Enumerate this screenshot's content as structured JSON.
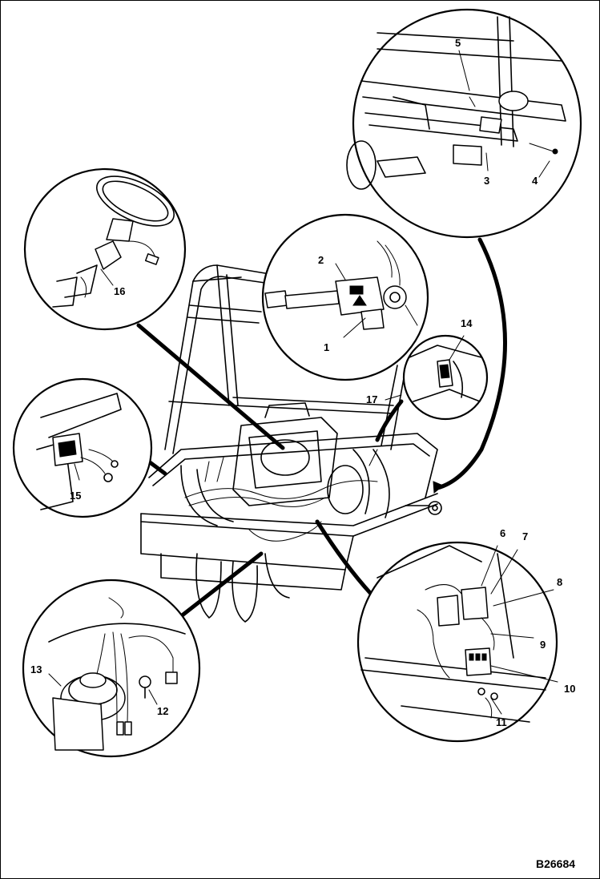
{
  "figure": {
    "id_label": "B26684"
  },
  "callouts": [
    {
      "label": "1"
    },
    {
      "label": "2"
    },
    {
      "label": "3"
    },
    {
      "label": "4"
    },
    {
      "label": "5"
    },
    {
      "label": "6"
    },
    {
      "label": "7"
    },
    {
      "label": "8"
    },
    {
      "label": "9"
    },
    {
      "label": "10"
    },
    {
      "label": "11"
    },
    {
      "label": "12"
    },
    {
      "label": "13"
    },
    {
      "label": "14"
    },
    {
      "label": "15"
    },
    {
      "label": "16"
    },
    {
      "label": "17"
    }
  ],
  "colors": {
    "line": "#000000",
    "background": "#ffffff"
  }
}
